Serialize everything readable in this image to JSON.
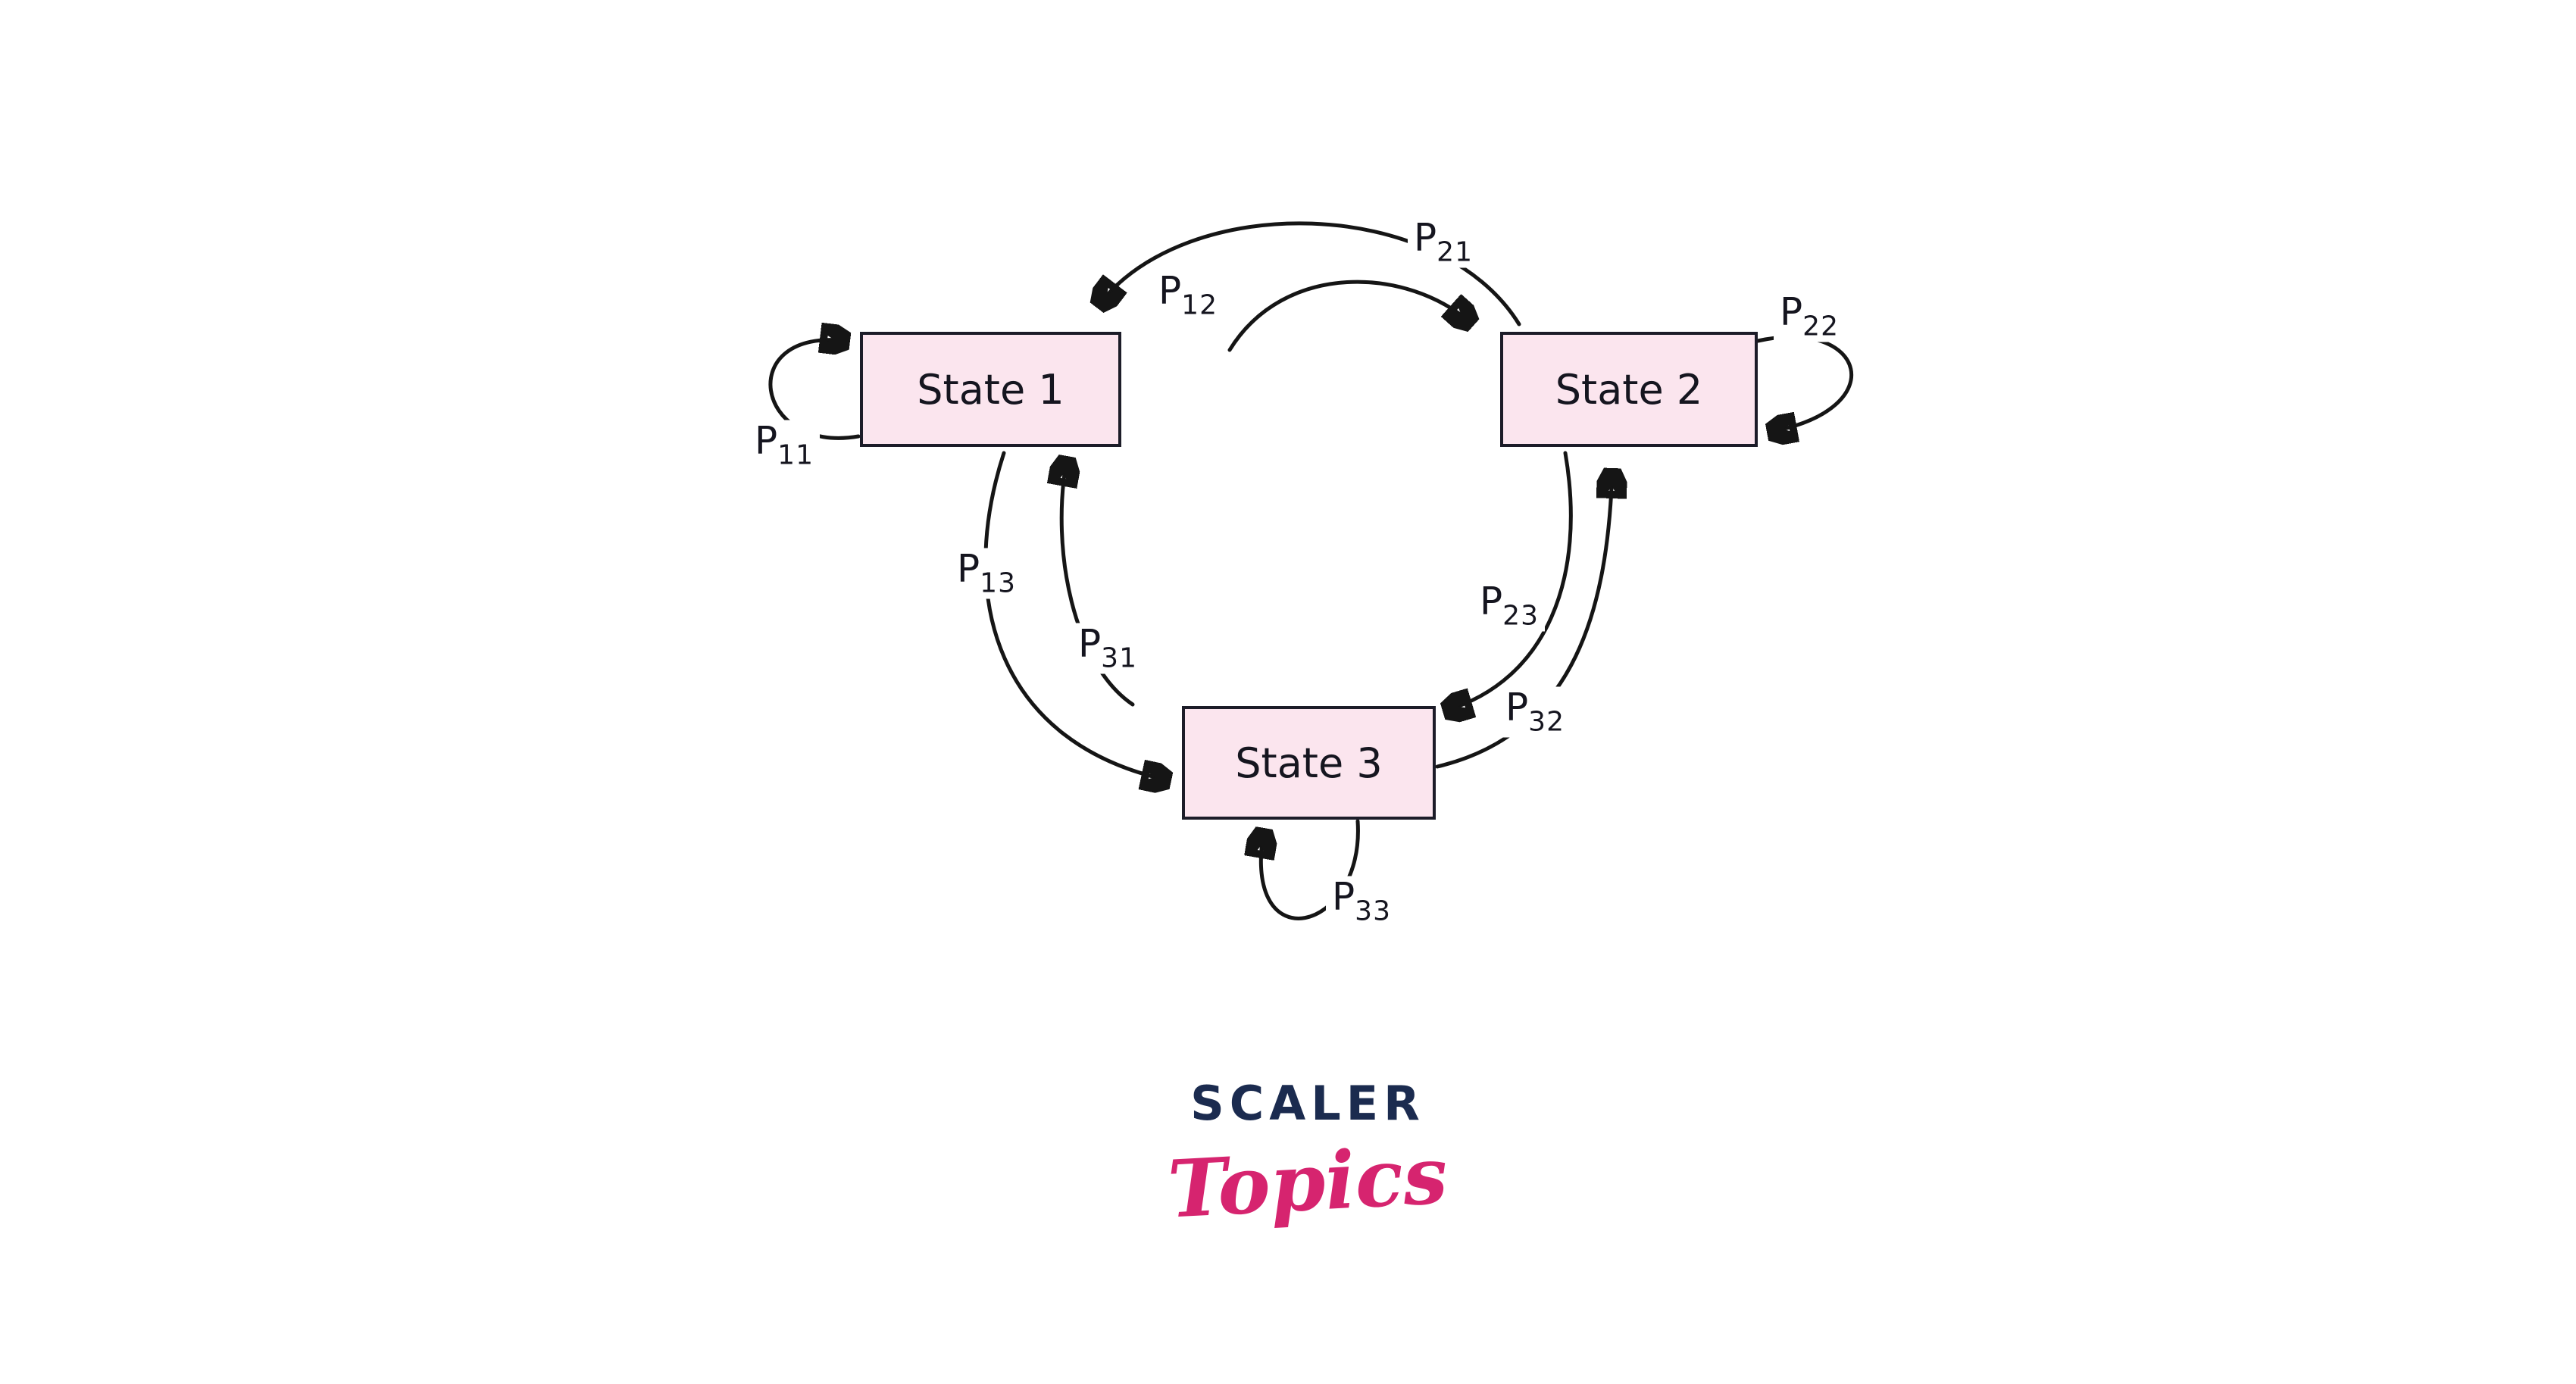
{
  "diagram": {
    "states": [
      {
        "label": "State 1"
      },
      {
        "label": "State 2"
      },
      {
        "label": "State 3"
      }
    ],
    "transitions": {
      "p11": {
        "base": "P",
        "sub": "11",
        "from": "State 1",
        "to": "State 1"
      },
      "p12": {
        "base": "P",
        "sub": "12",
        "from": "State 1",
        "to": "State 2"
      },
      "p13": {
        "base": "P",
        "sub": "13",
        "from": "State 1",
        "to": "State 3"
      },
      "p21": {
        "base": "P",
        "sub": "21",
        "from": "State 2",
        "to": "State 1"
      },
      "p22": {
        "base": "P",
        "sub": "22",
        "from": "State 2",
        "to": "State 2"
      },
      "p23": {
        "base": "P",
        "sub": "23",
        "from": "State 2",
        "to": "State 3"
      },
      "p31": {
        "base": "P",
        "sub": "31",
        "from": "State 3",
        "to": "State 1"
      },
      "p32": {
        "base": "P",
        "sub": "32",
        "from": "State 3",
        "to": "State 2"
      },
      "p33": {
        "base": "P",
        "sub": "33",
        "from": "State 3",
        "to": "State 3"
      }
    },
    "colors": {
      "state_fill": "#fbe5ee",
      "state_border": "#1c1c28",
      "arrow": "#151515",
      "text": "#15151f"
    }
  },
  "logo": {
    "wordmark": "SCALER",
    "sub_wordmark": "Topics",
    "colors": {
      "wordmark": "#1b2b4f",
      "sub_wordmark": "#d6246f"
    }
  }
}
